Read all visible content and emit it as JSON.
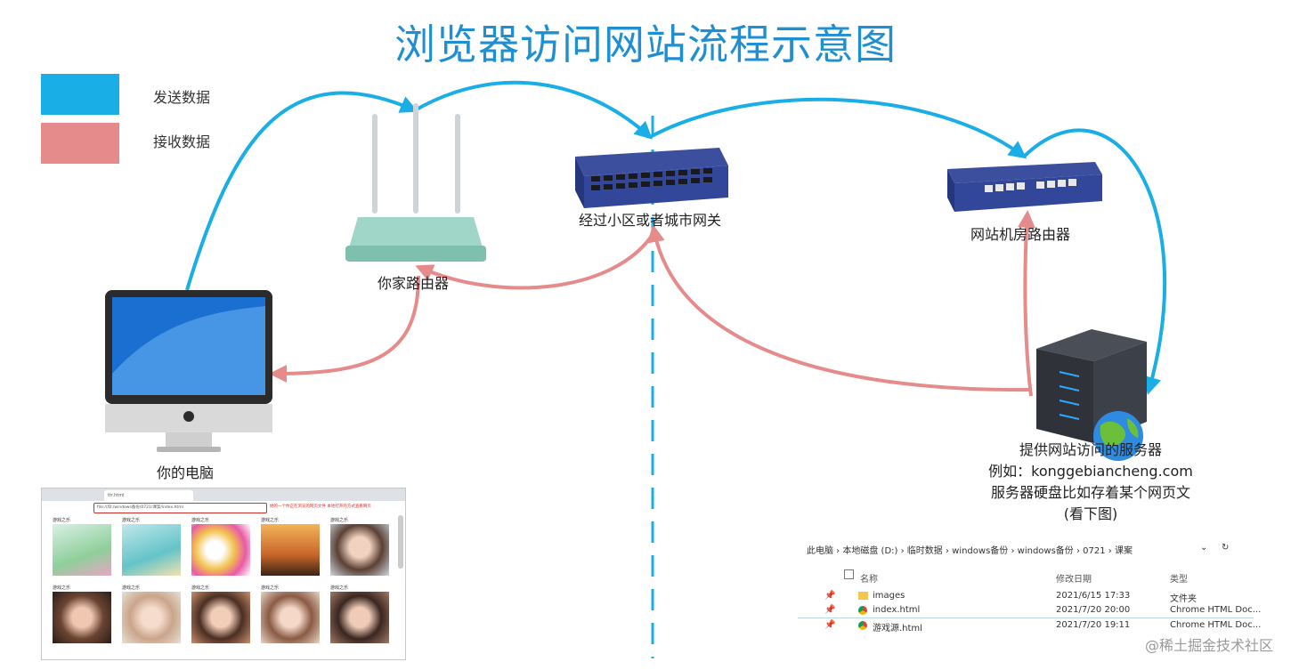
{
  "title": "浏览器访问网站流程示意图",
  "legend": [
    {
      "label": "发送数据",
      "color": "#1aaee6"
    },
    {
      "label": "接收数据",
      "color": "#e68b8b"
    }
  ],
  "nodes": {
    "computer": "你的电脑",
    "home_router": "你家路由器",
    "gateway": "经过小区或者城市网关",
    "site_router": "网站机房路由器",
    "server": {
      "line1": "提供网站访问的服务器",
      "line2": "例如：konggebiancheng.com",
      "line3": "服务器硬盘比如存着某个网页文",
      "line4": "(看下图)"
    }
  },
  "colors": {
    "send": "#1aaee6",
    "receive": "#e68b8b",
    "divider": "#1aaee6",
    "title": "#1e8fd3"
  },
  "browser": {
    "tab_label": "ttr.html",
    "address": "file:///D:/windows备份/0721/课案/index.html",
    "note": "她的一个你正在浏览的网页文件 本地打开的方式查看网页",
    "cell_label": "游戏之乐",
    "row1_labels": [
      "游戏之乐",
      "游戏之乐",
      "游戏之乐",
      "游戏之乐",
      "游戏之乐"
    ],
    "row2_labels": [
      "游戏之乐",
      "游戏之乐",
      "游戏之乐",
      "游戏之乐",
      "游戏之乐"
    ]
  },
  "explorer": {
    "breadcrumb": [
      "此电脑",
      "本地磁盘 (D:)",
      "临时数据",
      "windows备份",
      "windows备份",
      "0721",
      "课案"
    ],
    "columns": [
      "名称",
      "修改日期",
      "类型"
    ],
    "files": [
      {
        "name": "images",
        "date": "2021/6/15 17:33",
        "type": "文件夹",
        "icon": "folder-icon"
      },
      {
        "name": "index.html",
        "date": "2021/7/20 20:00",
        "type": "Chrome HTML Doc...",
        "icon": "chrome-icon"
      },
      {
        "name": "游戏源.html",
        "date": "2021/7/20 19:11",
        "type": "Chrome HTML Doc...",
        "icon": "chrome-icon"
      }
    ]
  },
  "watermark": "@稀土掘金技术社区"
}
